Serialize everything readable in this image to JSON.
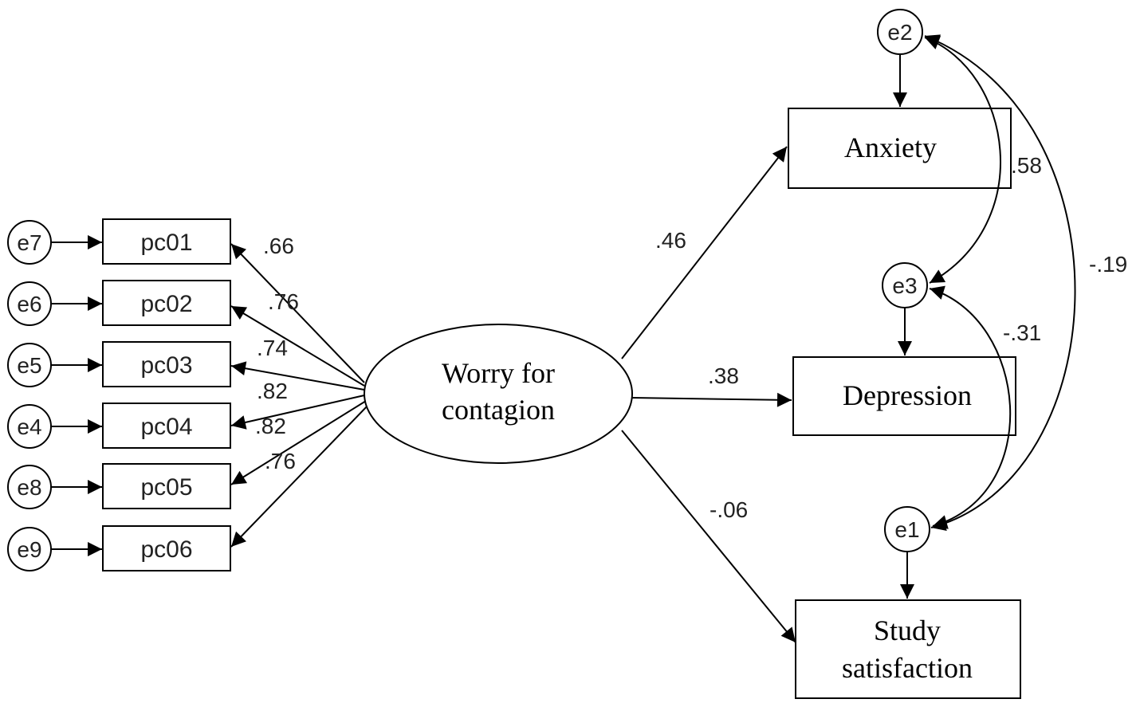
{
  "diagram": {
    "latent": {
      "line1": "Worry for",
      "line2": "contagion"
    },
    "indicators": [
      {
        "label": "pc01",
        "error": "e7",
        "loading": ".66"
      },
      {
        "label": "pc02",
        "error": "e6",
        "loading": ".76"
      },
      {
        "label": "pc03",
        "error": "e5",
        "loading": ".74"
      },
      {
        "label": "pc04",
        "error": "e4",
        "loading": ".82"
      },
      {
        "label": "pc05",
        "error": "e8",
        "loading": ".82"
      },
      {
        "label": "pc06",
        "error": "e9",
        "loading": ".76"
      }
    ],
    "outcomes": {
      "anxiety": {
        "label": "Anxiety",
        "error": "e2",
        "path": ".46"
      },
      "depression": {
        "label": "Depression",
        "error": "e3",
        "path": ".38"
      },
      "study": {
        "line1": "Study",
        "line2": "satisfaction",
        "error": "e1",
        "path": "-.06"
      }
    },
    "covariances": {
      "e2_e3": ".58",
      "e2_e1": "-.19",
      "e3_e1": "-.31"
    }
  }
}
